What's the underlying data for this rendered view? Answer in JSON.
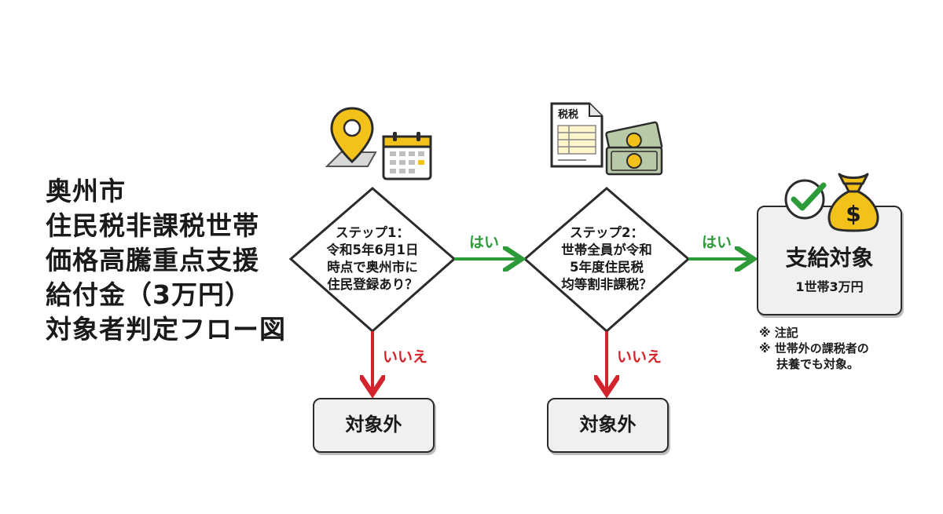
{
  "title": {
    "lines": [
      "奥州市",
      "住民税非課税世帯",
      "価格高騰重点支援",
      "給付金（3万円）",
      "対象者判定フロー図"
    ]
  },
  "step1": {
    "lines": [
      "ステップ1：",
      "令和5年6月1日",
      "時点で奥州市に",
      "住民登録あり？"
    ]
  },
  "step2": {
    "lines": [
      "ステップ2：",
      "世帯全員が令和",
      "5年度住民税",
      "均等割非課税？"
    ]
  },
  "yes_label": "はい",
  "no_label": "いいえ",
  "excluded_label": "対象外",
  "eligible": {
    "title": "支給対象",
    "amount": "1世帯3万円"
  },
  "tax_doc_label": "税税",
  "dollar_sign": "$",
  "note": {
    "heading": "※ 注記",
    "line1": "※ 世帯外の課税者の",
    "line2": "扶養でも対象。"
  },
  "colors": {
    "yes": "#2e9b3a",
    "no": "#d3232b",
    "accent_yellow": "#f2c21b",
    "money_green": "#b8c9a8"
  },
  "icons": [
    "map-pin-icon",
    "calendar-icon",
    "tax-document-icon",
    "money-bills-icon",
    "checkmark-icon",
    "money-bag-icon"
  ]
}
